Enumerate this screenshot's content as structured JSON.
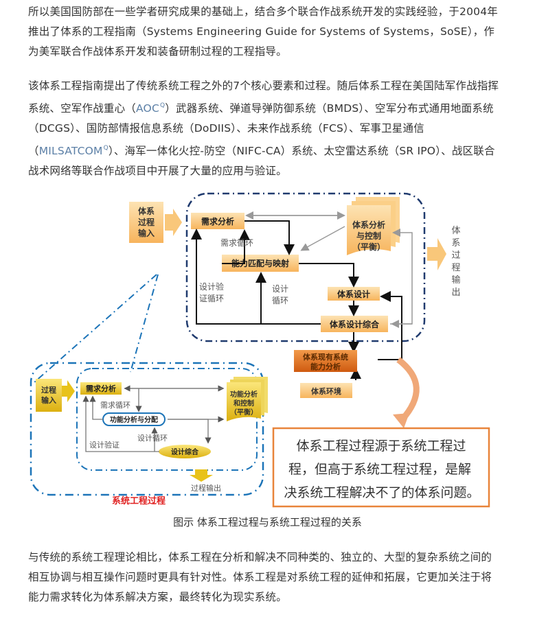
{
  "paragraph1": {
    "text": "所以美国国防部在一些学者研究成果的基础上，结合多个联合作战系统开发的实践经验，于2004年推出了体系的工程指南（Systems Engineering Guide for Systems of Systems，SoSE），作为美军联合作战体系开发和装备研制过程的工程指导。"
  },
  "paragraph2": {
    "part1": "该体系工程指南提出了传统系统工程之外的7个核心要素和过程。随后体系工程在美国陆军作战指挥系统、空军作战重心（",
    "link1": "AOC",
    "link1_icon": "search-icon",
    "part2": "）武器系统、弹道导弹防御系统（BMDS）、空军分布式通用地面系统（DCGS）、国防部情报信息系统（DoDIIS）、未来作战系统（FCS）、军事卫星通信（",
    "link2": "MILSATCOM",
    "link2_icon": "search-icon",
    "part3": "）、海军一体化火控-防空（NIFC-CA）系统、太空雷达系统（SR IPO）、战区联合战术网络等联合作战项目中开展了大量的应用与验证。"
  },
  "figure": {
    "sos": {
      "input": [
        "体系",
        "过程",
        "输入"
      ],
      "req_analysis": "需求分析",
      "req_loop": "需求循环",
      "capability_mapping": "能力匹配与映射",
      "design_verify_loop": [
        "设计验",
        "证循环"
      ],
      "design_loop": [
        "设计",
        "循环"
      ],
      "sos_design": "体系设计",
      "sos_design_synthesis": "体系设计综合",
      "analysis_control": [
        "体系分析",
        "与控制",
        "（平衡）"
      ],
      "output": [
        "体",
        "系",
        "过",
        "程",
        "输",
        "出"
      ],
      "existing_capability": [
        "体系现有系统",
        "能力分析"
      ],
      "environment": "体系环境"
    },
    "se": {
      "input": [
        "过程",
        "输入"
      ],
      "req_analysis": "需求分析",
      "req_loop": "需求循环",
      "function_analysis": "功能分析与分配",
      "design_loop": "设计循环",
      "design_verify": "设计验证",
      "design_synthesis": "设计综合",
      "analysis_control": [
        "功能分析",
        "和控制",
        "（平衡）"
      ],
      "output": "过程输出",
      "title": "系统工程过程"
    },
    "callout": [
      "体系工程过程源于系统工程过",
      "程，但高于系统工程过程，是解",
      "决系统工程解决不了的体系问题。"
    ],
    "colors": {
      "sos_box": "#f9c77a",
      "se_box": "#e8c21a",
      "existing": "#e6761a",
      "sos_frame": "#1f3a6e",
      "se_frame": "#1c74b8",
      "callout_border": "#e8843a",
      "se_title": "#e02020"
    }
  },
  "caption": "图示 体系工程过程与系统工程过程的关系",
  "paragraph3": {
    "text": "与传统的系统工程理论相比，体系工程在分析和解决不同种类的、独立的、大型的复杂系统之间的相互协调与相互操作问题时更具有针对性。体系工程是对系统工程的延伸和拓展，它更加关注于将能力需求转化为体系解决方案，最终转化为现实系统。"
  }
}
